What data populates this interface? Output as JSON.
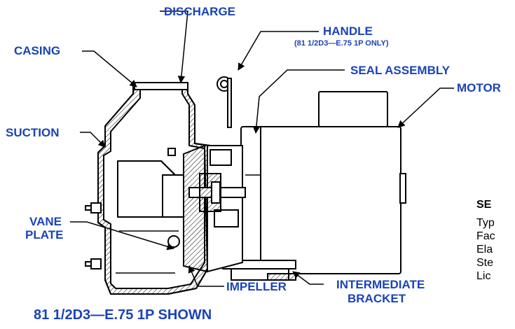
{
  "labels": {
    "discharge": "DISCHARGE",
    "handle": "HANDLE",
    "handle_note": "(81 1/2D3—E.75 1P ONLY)",
    "casing": "CASING",
    "seal_assembly": "SEAL ASSEMBLY",
    "motor": "MOTOR",
    "suction": "SUCTION",
    "vane_plate_line1": "VANE",
    "vane_plate_line2": "PLATE",
    "impeller": "IMPELLER",
    "intermediate_bracket_line1": "INTERMEDIATE",
    "intermediate_bracket_line2": "BRACKET"
  },
  "caption": "81 1/2D3—E.75 1P SHOWN",
  "seal_panel": {
    "title": "SE",
    "lines": [
      "Typ",
      "Fac",
      "Ela",
      "Ste",
      "Lic"
    ]
  },
  "colors": {
    "label": "#1a43b8",
    "drawing": "#000000",
    "hatch": "#000000"
  }
}
